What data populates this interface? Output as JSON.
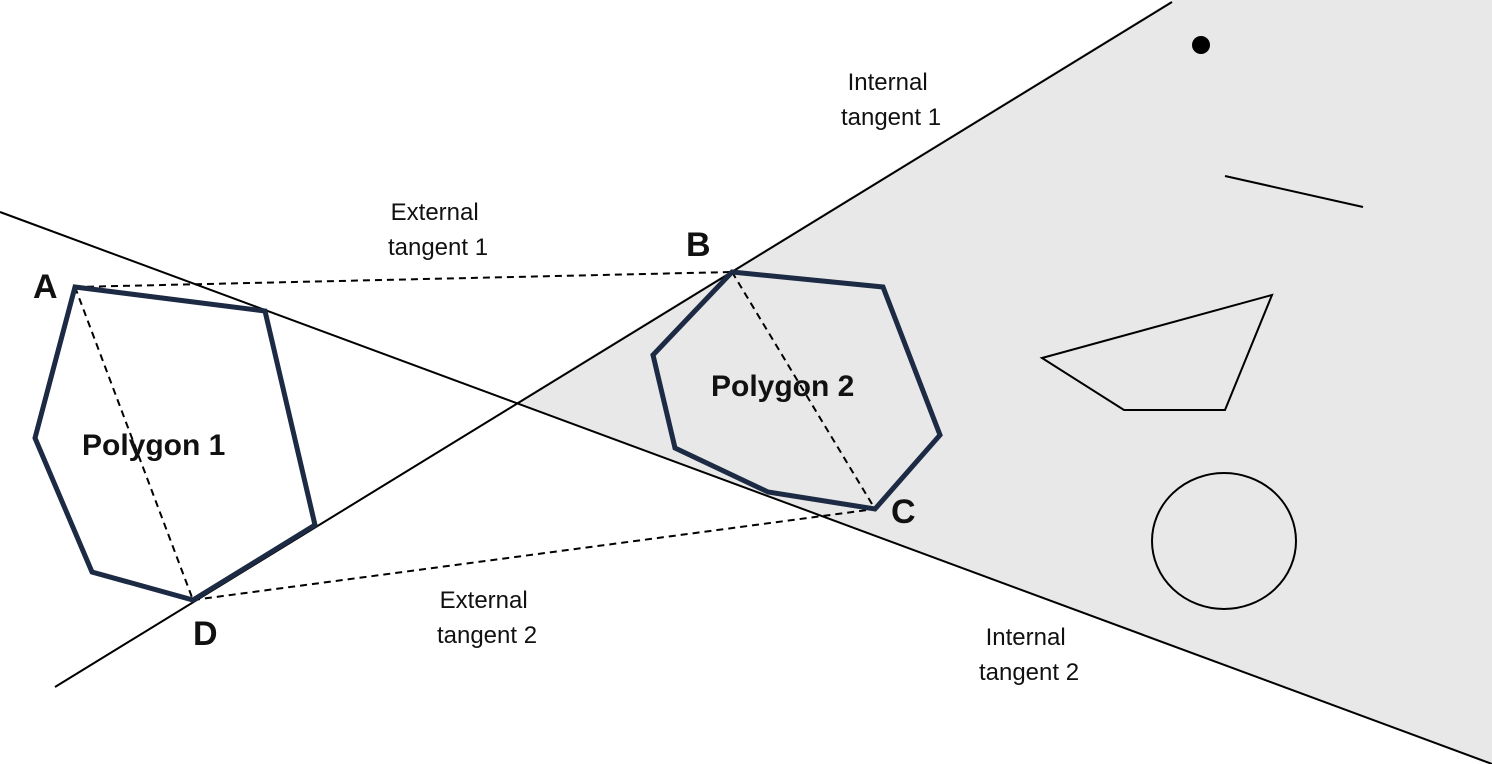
{
  "points": {
    "a": "A",
    "b": "B",
    "c": "C",
    "d": "D"
  },
  "polygons": {
    "p1": "Polygon 1",
    "p2": "Polygon 2"
  },
  "labels": {
    "internal_1": [
      "Internal",
      "tangent 1"
    ],
    "internal_2": [
      "Internal",
      "tangent 2"
    ],
    "external_1": [
      "External",
      "tangent 1"
    ],
    "external_2": [
      "External",
      "tangent 2"
    ]
  },
  "colors": {
    "polygon_stroke": "#1c2a44",
    "line": "#000000",
    "shaded_region": "#e8e8e8"
  }
}
